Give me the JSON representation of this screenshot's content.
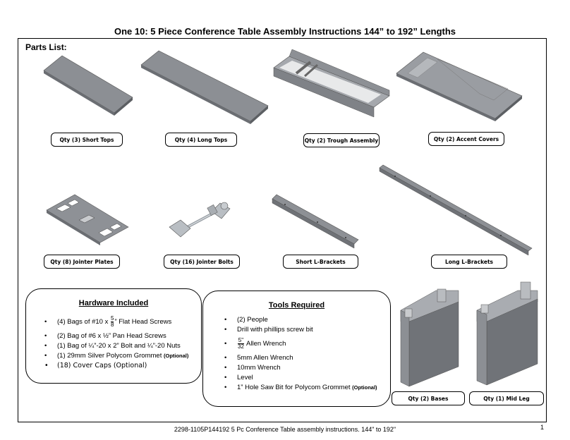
{
  "document": {
    "title": "One 10: 5 Piece Conference Table Assembly Instructions 144” to 192” Lengths",
    "parts_list_heading": "Parts List:",
    "footer": "2298-1105P144192 5 Pc Conference Table assembly instructions. 144\" to 192\"",
    "page_number": "1"
  },
  "parts": {
    "short_tops": "Qty (3) Short Tops",
    "long_tops": "Qty (4) Long Tops",
    "trough": "Qty (2) Trough Assembly",
    "accent_covers": "Qty (2) Accent Covers",
    "jointer_plates": "Qty (8) Jointer Plates",
    "jointer_bolts": "Qty (16) Jointer Bolts",
    "short_brackets": "Short L-Brackets",
    "long_brackets": "Long L-Brackets",
    "bases": "Qty (2) Bases",
    "mid_leg": "Qty (1) Mid Leg"
  },
  "hardware": {
    "heading": "Hardware Included",
    "item1_pre": "(4) Bags of #10 x",
    "item1_num": "5",
    "item1_den": "8",
    "item1_post": "” Flat Head Screws",
    "item2": "(2) Bag of #6 x ½” Pan Head Screws",
    "item3": "(1) Bag of ¼”-20 x 2” Bolt and ¼”-20 Nuts",
    "item4": "(1) 29mm Silver Polycom Grommet",
    "item4_optional": "(Optional)",
    "item5": "(18) Cover Caps (Optional)"
  },
  "tools": {
    "heading": "Tools Required",
    "item1": "(2) People",
    "item2": "Drill with phillips screw bit",
    "item3_num": "5\"",
    "item3_den": "32",
    "item3_post": "Allen Wrench",
    "item4": "5mm Allen Wrench",
    "item5": "10mm Wrench",
    "item6": "Level",
    "item7": "1” Hole Saw Bit for Polycom Grommet",
    "item7_optional": "(Optional)"
  }
}
